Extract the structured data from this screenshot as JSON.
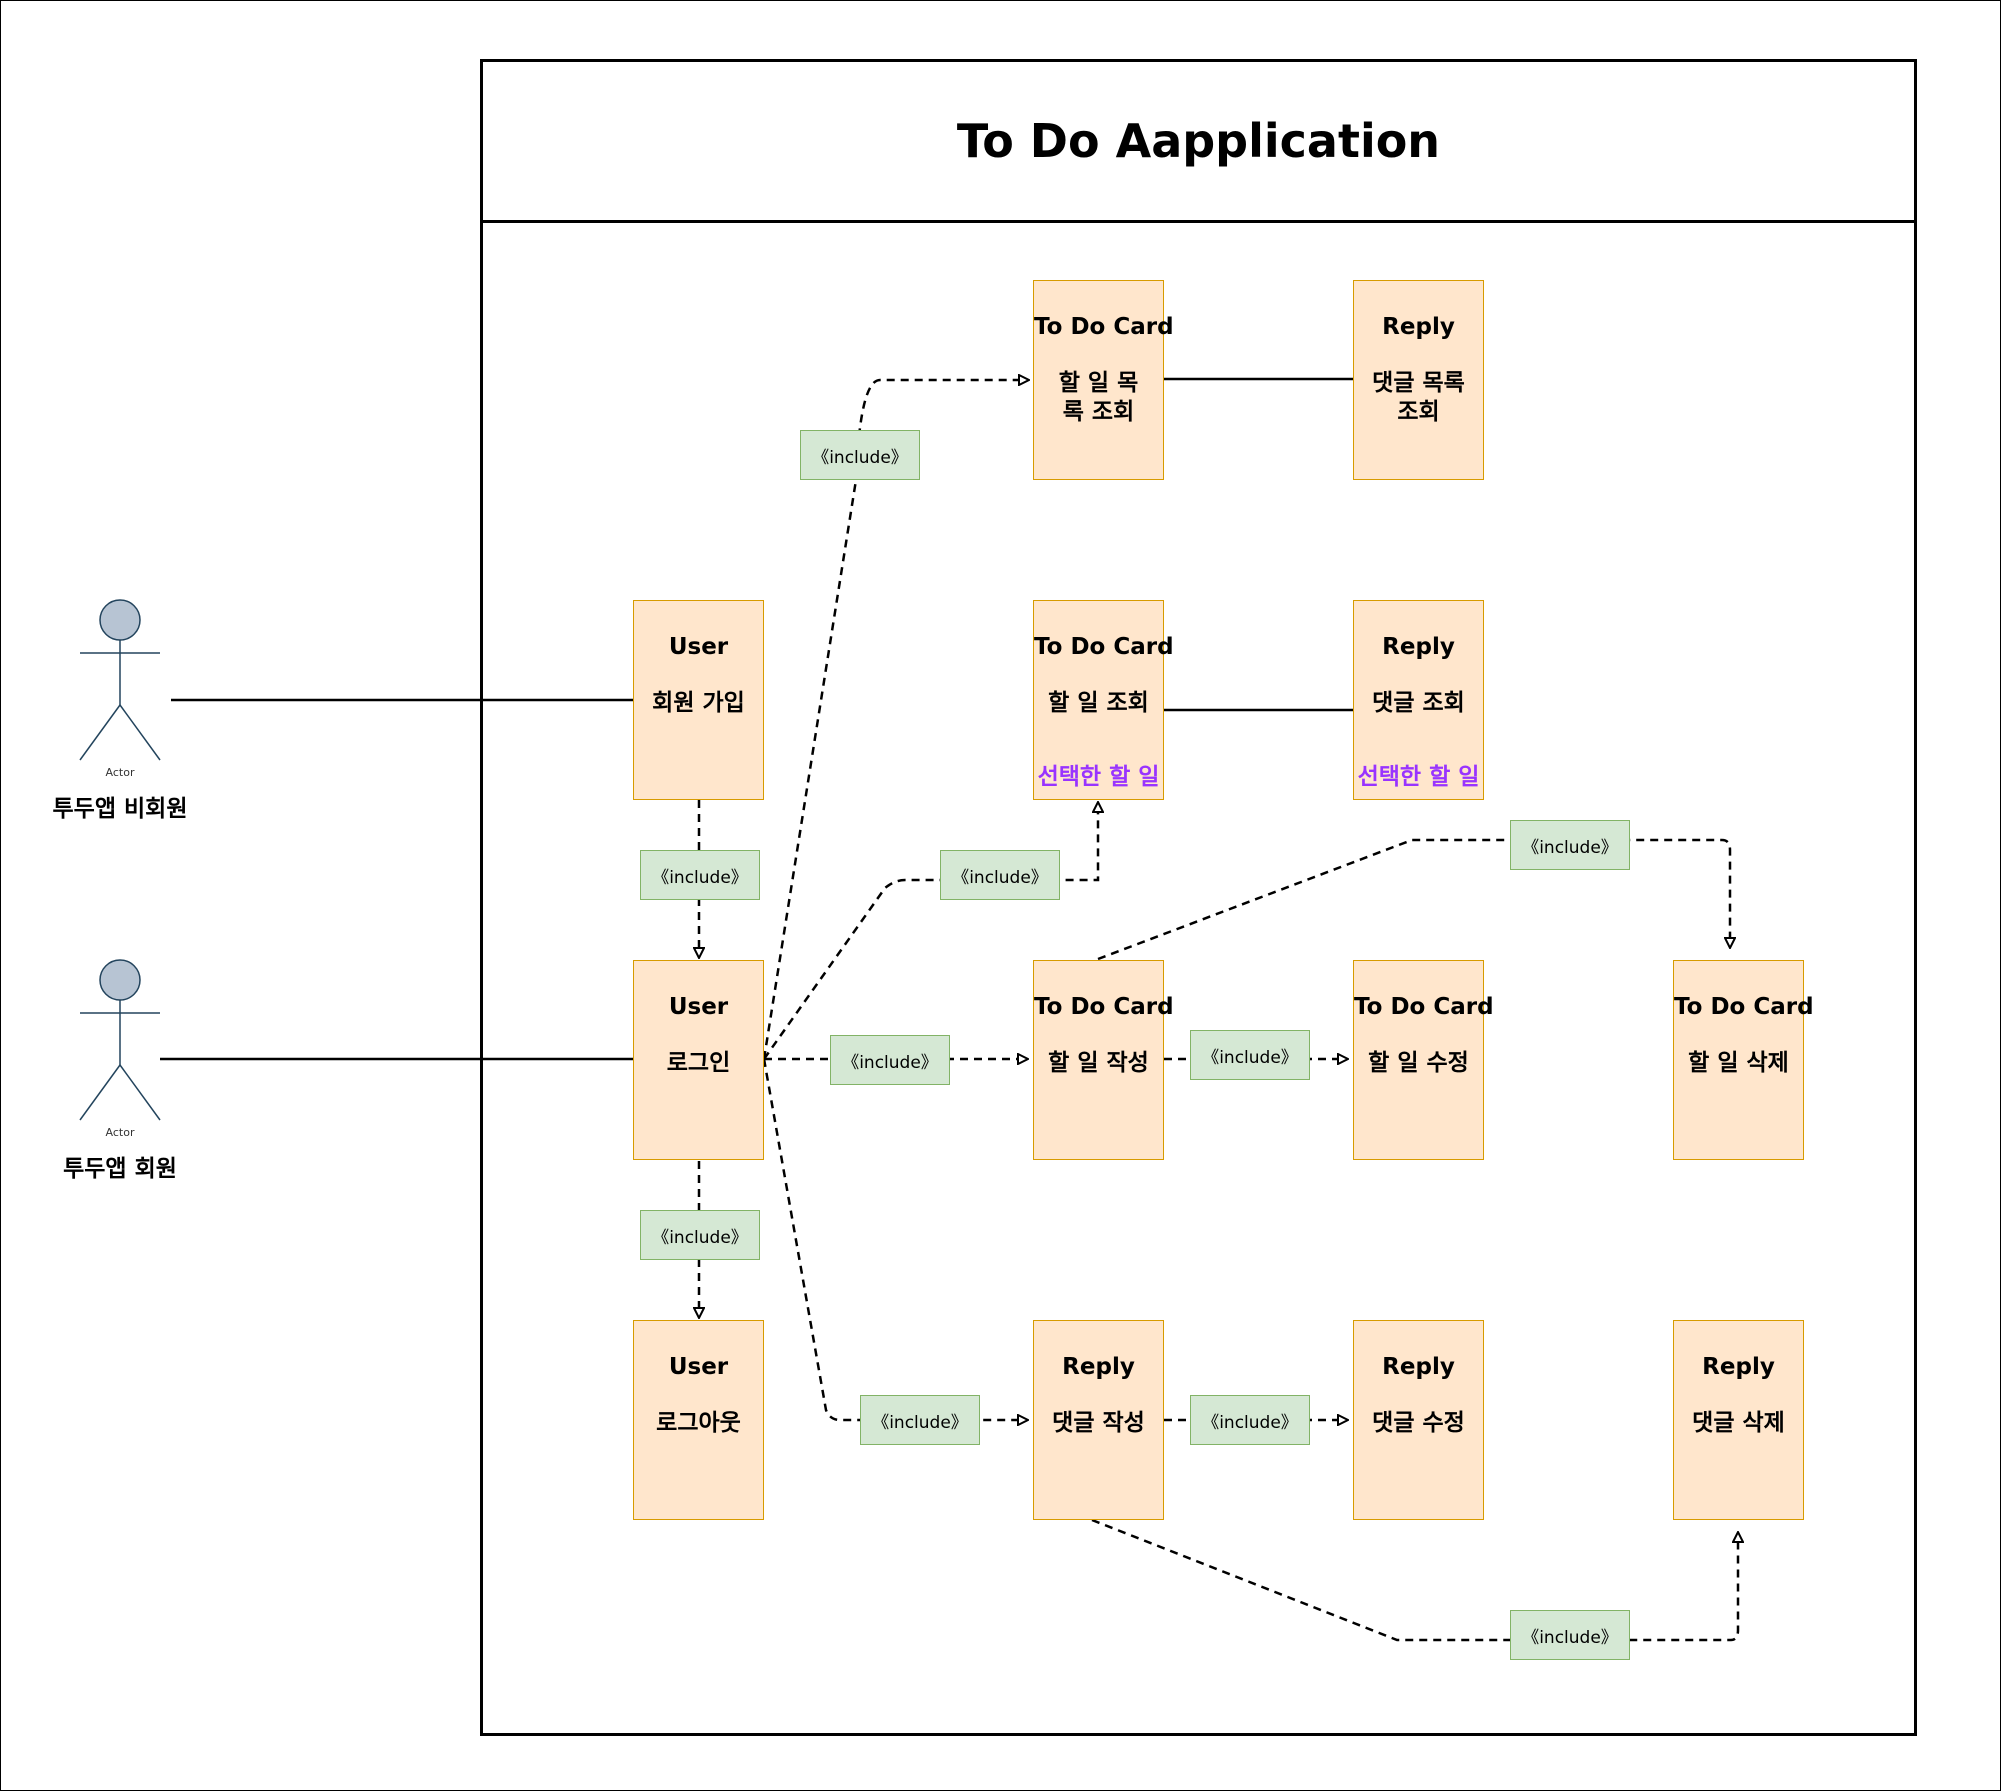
{
  "title": "To Do Aapplication",
  "colors": {
    "usecase_fill": "#ffe6cc",
    "usecase_border": "#d79b00",
    "label_fill": "#d5e8d4",
    "label_border": "#82b366",
    "actor_fill": "#b7c4d3",
    "actor_stroke": "#23445d",
    "highlight_text": "#9933ff"
  },
  "actors": [
    {
      "caption": "Actor",
      "name": "투두앱 비회원"
    },
    {
      "caption": "Actor",
      "name": "투두앱 회원"
    }
  ],
  "usecases": {
    "signup": {
      "t1": "User",
      "t2": "회원 가입"
    },
    "login": {
      "t1": "User",
      "t2": "로그인"
    },
    "logout": {
      "t1": "User",
      "t2": "로그아웃"
    },
    "todo_list": {
      "t1": "To Do Card",
      "t2": "할 일 목록 조회"
    },
    "reply_list": {
      "t1": "Reply",
      "t2": "댓글 목록 조회"
    },
    "todo_view": {
      "t1": "To Do Card",
      "t2": "할 일 조회",
      "t3": "선택한 할 일"
    },
    "reply_view": {
      "t1": "Reply",
      "t2": "댓글 조회",
      "t3": "선택한 할 일"
    },
    "todo_create": {
      "t1": "To Do Card",
      "t2": "할 일 작성"
    },
    "todo_edit": {
      "t1": "To Do Card",
      "t2": "할 일 수정"
    },
    "todo_delete": {
      "t1": "To Do Card",
      "t2": "할 일 삭제"
    },
    "reply_create": {
      "t1": "Reply",
      "t2": "댓글 작성"
    },
    "reply_edit": {
      "t1": "Reply",
      "t2": "댓글 수정"
    },
    "reply_delete": {
      "t1": "Reply",
      "t2": "댓글 삭제"
    }
  },
  "include_label": "《include》"
}
